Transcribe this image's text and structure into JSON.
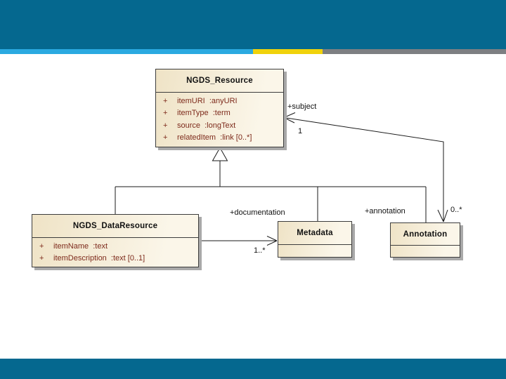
{
  "slide": {
    "colors": {
      "band_teal": "#05688f",
      "stripe_blue": "#2aa9e0",
      "stripe_yellow": "#f0d20b",
      "stripe_gray": "#7d7f82",
      "box_fill_left": "#efe3c6",
      "box_fill_right": "#fbf6e9",
      "box_border": "#3c3c3c",
      "attr_text": "#7d2a1b",
      "shadow": "#a9a9a9",
      "line": "#1a1a1a"
    }
  },
  "diagram": {
    "classes": {
      "resource": {
        "name": "NGDS_Resource",
        "attributes": [
          {
            "vis": "+",
            "text": "itemURI  :anyURI"
          },
          {
            "vis": "+",
            "text": "itemType  :term"
          },
          {
            "vis": "+",
            "text": "source  :longText"
          },
          {
            "vis": "+",
            "text": "relatedItem  :link [0..*]"
          }
        ]
      },
      "data_resource": {
        "name": "NGDS_DataResource",
        "attributes": [
          {
            "vis": "+",
            "text": "itemName  :text"
          },
          {
            "vis": "+",
            "text": "itemDescription  :text [0..1]"
          }
        ]
      },
      "metadata": {
        "name": "Metadata"
      },
      "annotation": {
        "name": "Annotation"
      }
    },
    "labels": {
      "subject_role": "+subject",
      "subject_mult": "1",
      "documentation_role": "+documentation",
      "documentation_mult": "1..*",
      "annotation_role": "+annotation",
      "annotation_mult": "0..*"
    }
  }
}
